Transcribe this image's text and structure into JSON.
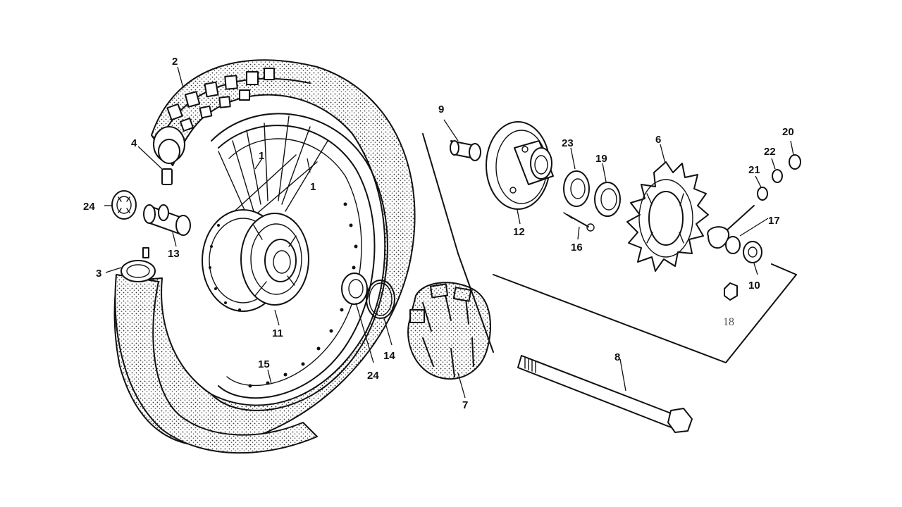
{
  "callouts": {
    "c1a": "1",
    "c1b": "1",
    "c2": "2",
    "c3": "3",
    "c4": "4",
    "c6": "6",
    "c7": "7",
    "c8": "8",
    "c9": "9",
    "c10": "10",
    "c11": "11",
    "c12": "12",
    "c13": "13",
    "c14": "14",
    "c15": "15",
    "c16": "16",
    "c17": "17",
    "c18": "18",
    "c19": "19",
    "c20": "20",
    "c21": "21",
    "c22": "22",
    "c23": "23",
    "c24a": "24",
    "c24b": "24"
  }
}
